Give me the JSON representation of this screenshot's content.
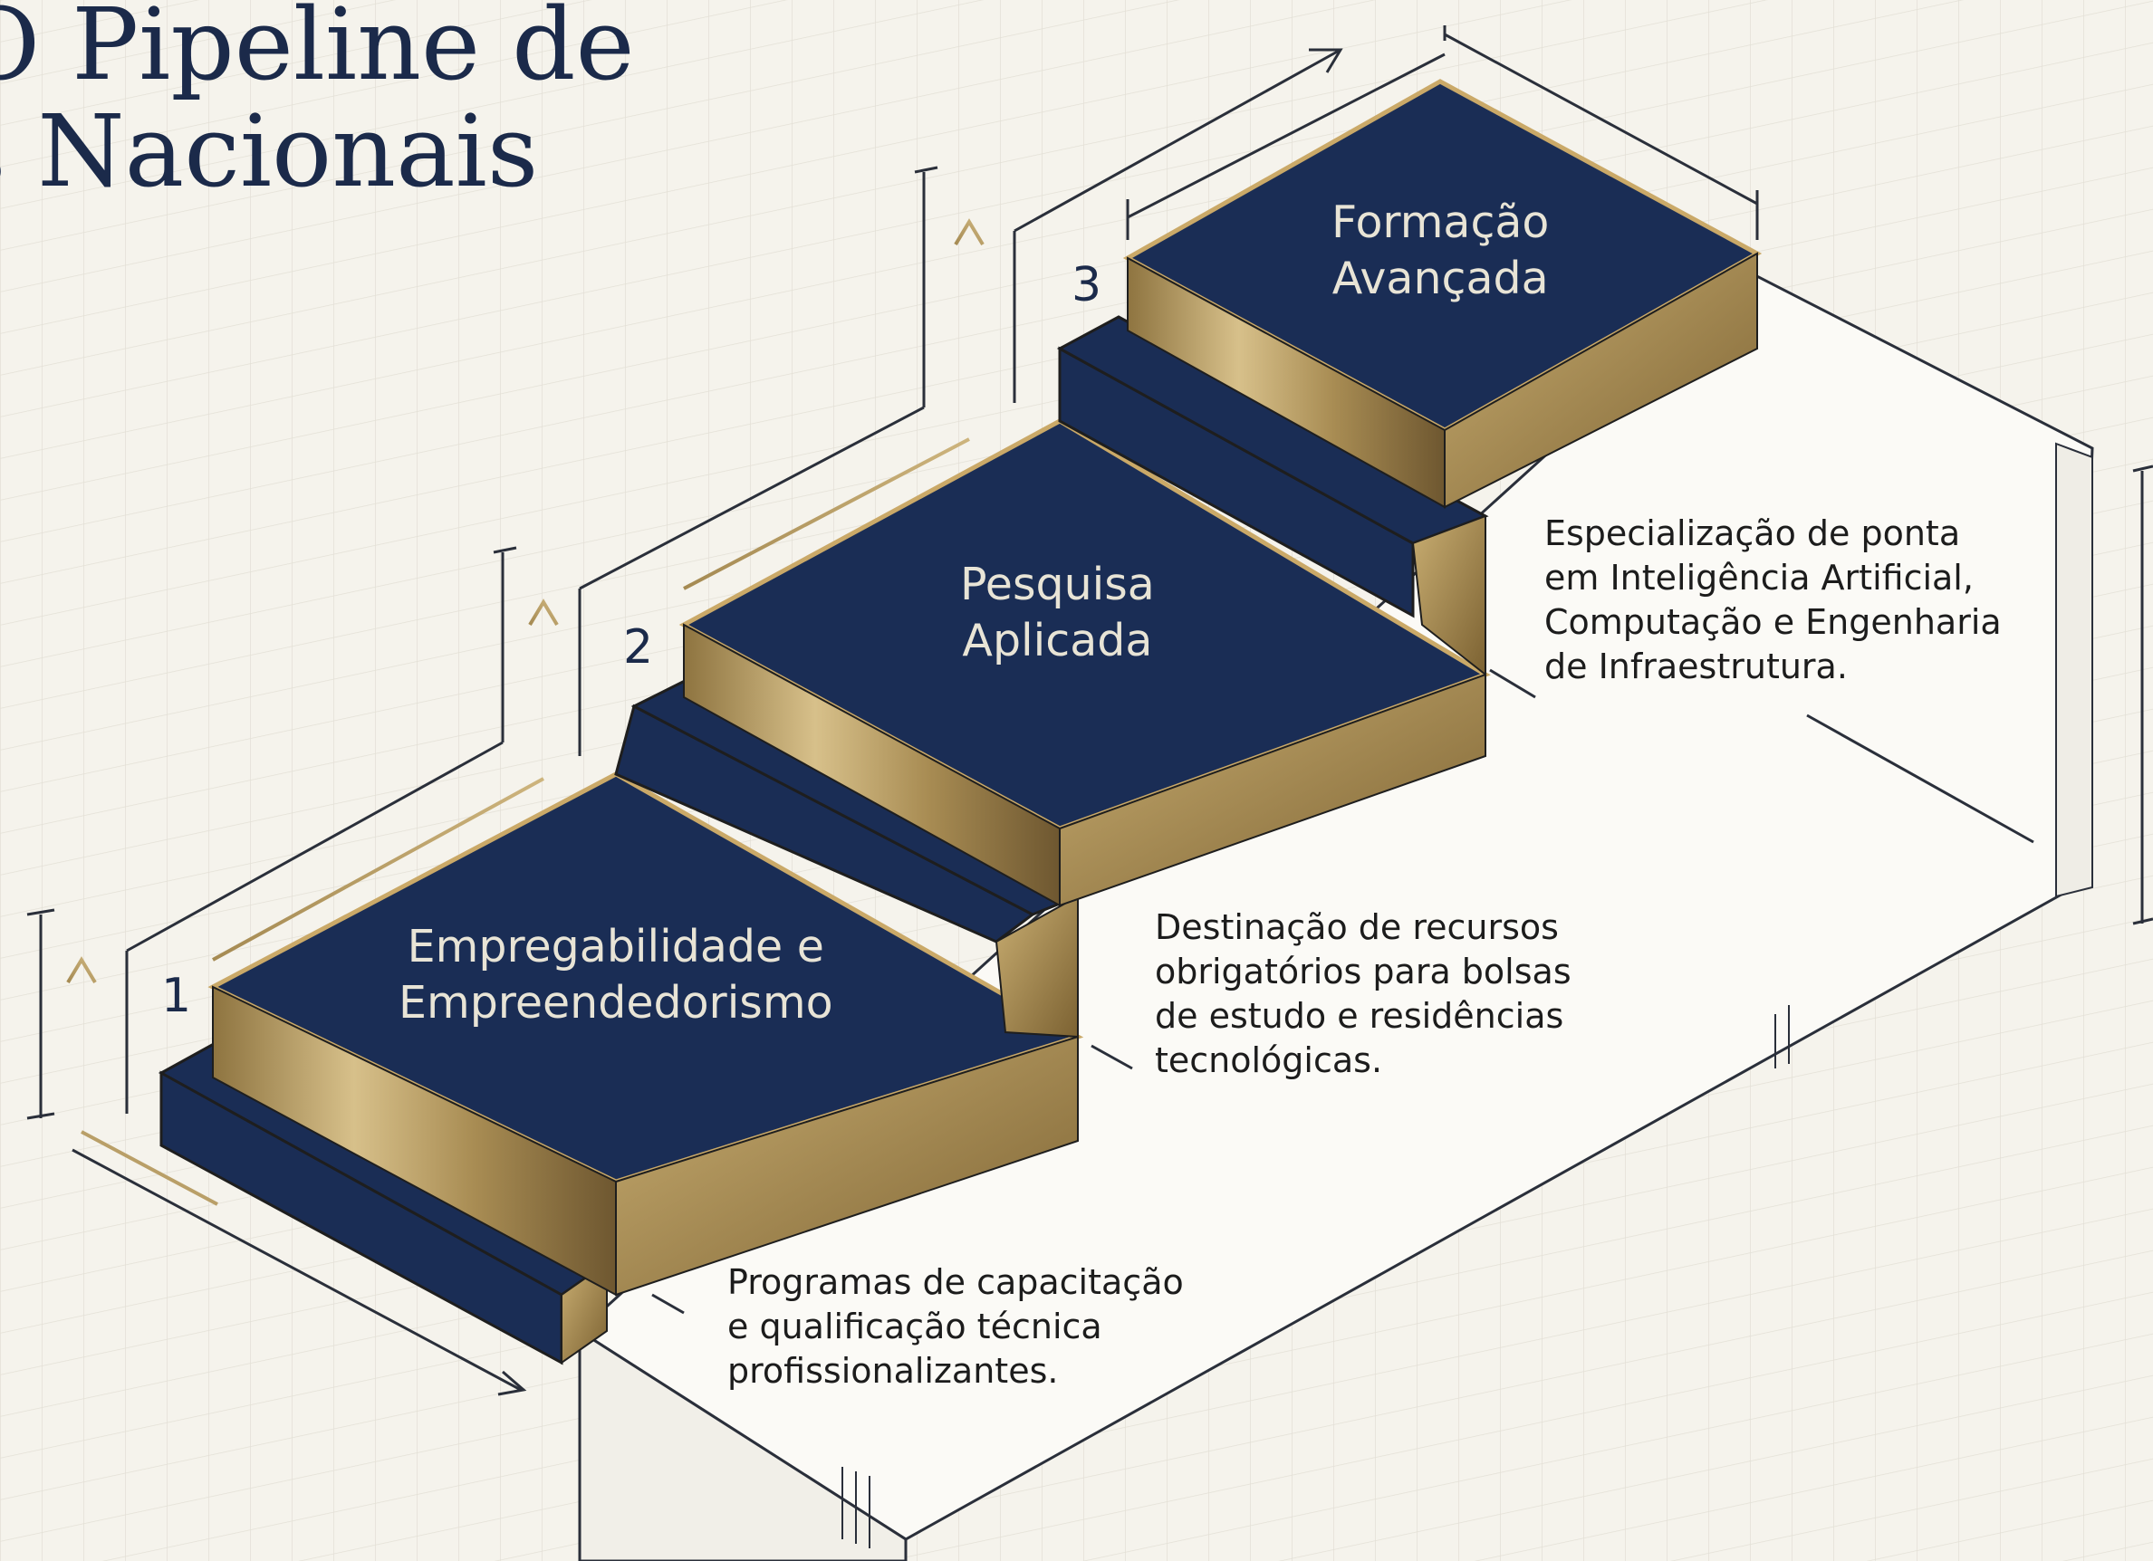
{
  "title": {
    "line1": "O Pipeline de",
    "line2": "s Nacionais"
  },
  "steps": [
    {
      "number": "1",
      "label_line1": "Empregabilidade e",
      "label_line2": "Empreendedorismo",
      "description": [
        "Programas de capacitação",
        "e qualificação técnica",
        "profissionalizantes."
      ]
    },
    {
      "number": "2",
      "label_line1": "Pesquisa",
      "label_line2": "Aplicada",
      "description": [
        "Destinação de recursos",
        "obrigatórios para bolsas",
        "de estudo e residências",
        "tecnológicas."
      ]
    },
    {
      "number": "3",
      "label_line1": "Formação",
      "label_line2": "Avançada",
      "description": [
        "Especialização de ponta",
        "em Inteligência Artificial,",
        "Computação e Engenharia",
        "de Infraestrutura."
      ]
    }
  ],
  "colors": {
    "background": "#f5f3ec",
    "navy": "#1a2d55",
    "gold": "#b89a5c",
    "ink": "#1c1c1c"
  }
}
